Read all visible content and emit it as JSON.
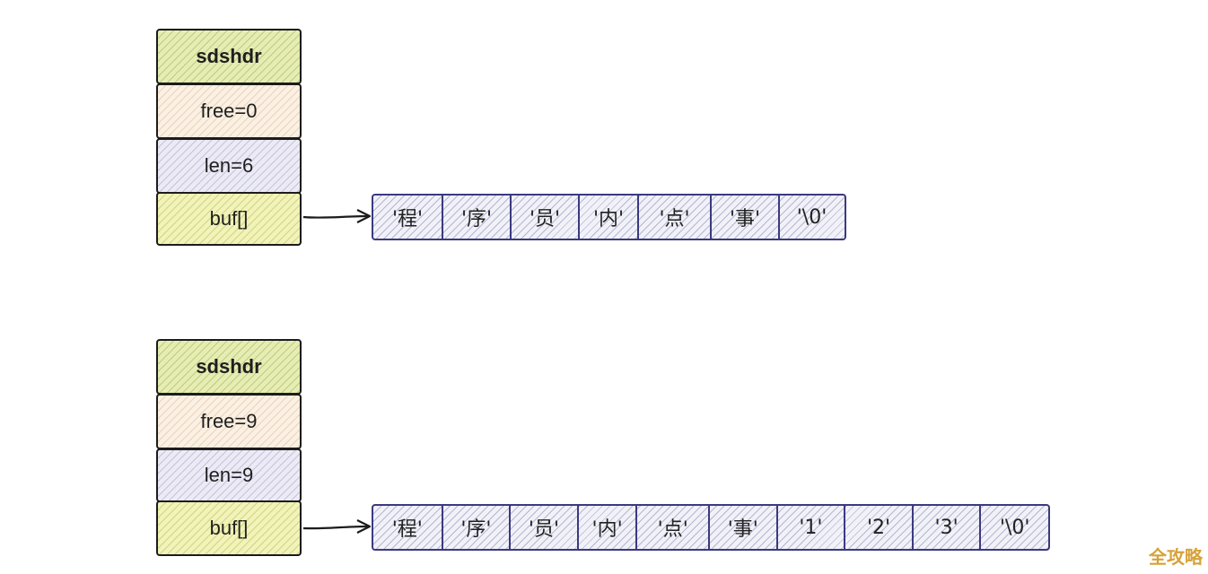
{
  "diagrams": [
    {
      "struct": {
        "title": "sdshdr",
        "free": "free=0",
        "len": "len=6",
        "buf": "buf[]"
      },
      "buf_cells": [
        "'程'",
        "'序'",
        "'员'",
        "'内'",
        "'点'",
        "'事'",
        "'\\0'"
      ]
    },
    {
      "struct": {
        "title": "sdshdr",
        "free": "free=9",
        "len": "len=9",
        "buf": "buf[]"
      },
      "buf_cells": [
        "'程'",
        "'序'",
        "'员'",
        "'内'",
        "'点'",
        "'事'",
        "'1'",
        "'2'",
        "'3'",
        "'\\0'"
      ]
    }
  ],
  "watermark": "全攻略",
  "colors": {
    "title_fill": "#e6edb4",
    "free_fill": "#fbf0e2",
    "len_fill": "#ecebf5",
    "buf_fill": "#f1f3b8",
    "array_stroke": "#3a3a80",
    "watermark": "#d6a23a"
  }
}
